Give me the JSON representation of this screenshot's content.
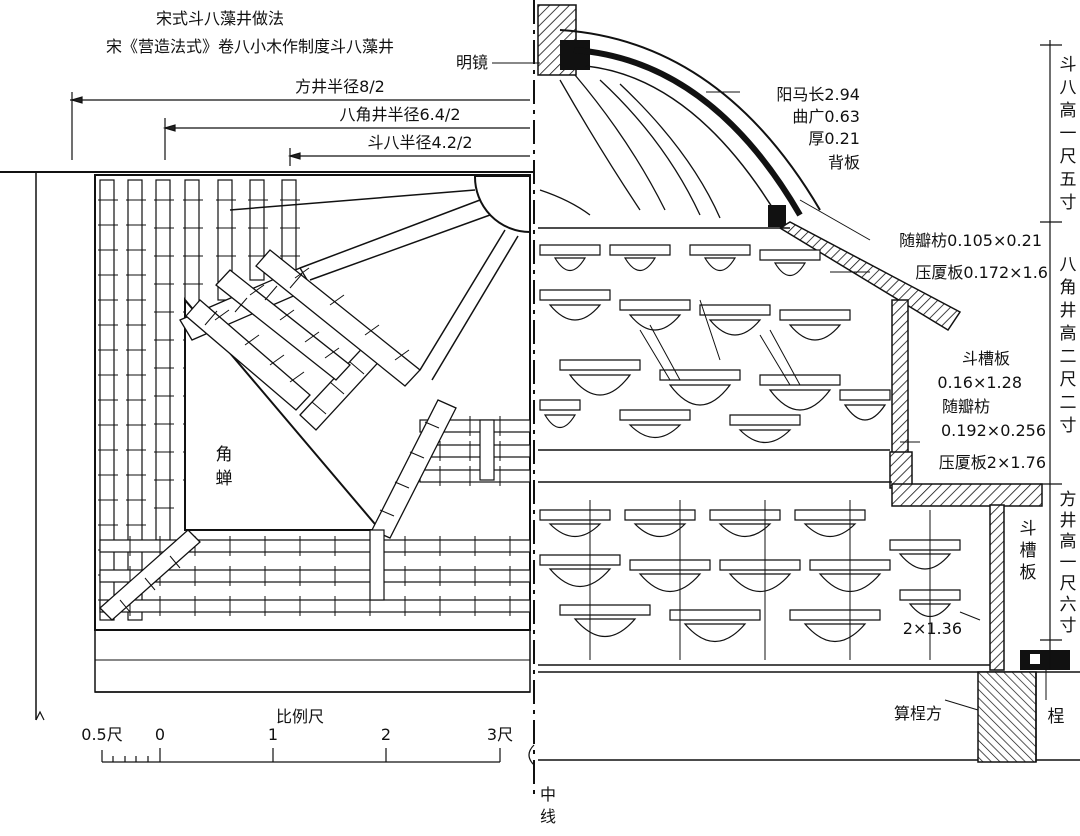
{
  "title": {
    "line1": "宋式斗八藻井做法",
    "line2": "宋《营造法式》卷八小木作制度斗八藻井"
  },
  "plan_dimensions": {
    "fangjing_radius": "方井半径8/2",
    "bajiaojing_radius": "八角井半径6.4/2",
    "douba_radius": "斗八半径4.2/2"
  },
  "plan_labels": {
    "jiaochan": [
      "角",
      "蝉"
    ]
  },
  "section_labels": {
    "mingjing": "明镜",
    "yangma": [
      "阳马长2.94",
      "曲广0.63",
      "厚0.21",
      "背板"
    ],
    "suibanfang_top": "随瓣枋0.105×0.21",
    "yashaban_top": "压厦板0.172×1.6",
    "doucaoban_mid": [
      "斗槽板",
      "0.16×1.28"
    ],
    "suibanfang_mid": [
      "随瓣枋",
      "0.192×0.256"
    ],
    "yashaban_mid": "压厦板2×1.76",
    "doucaoban_low": [
      "斗",
      "槽",
      "板"
    ],
    "size_low": "2×1.36",
    "suanchengfang": "算桯方",
    "cheng": "桯"
  },
  "height_labels": {
    "douba": [
      "斗",
      "八",
      "高",
      "一",
      "尺",
      "五",
      "寸"
    ],
    "bajiaojing": [
      "八",
      "角",
      "井",
      "高",
      "二",
      "尺",
      "二",
      "寸"
    ],
    "fangjing": [
      "方",
      "井",
      "高",
      "一",
      "尺",
      "六",
      "寸"
    ]
  },
  "scale_bar": {
    "title": "比例尺",
    "ticks": [
      "0.5尺",
      "0",
      "1",
      "2",
      "3尺"
    ]
  },
  "center_line": [
    "中",
    "线"
  ]
}
